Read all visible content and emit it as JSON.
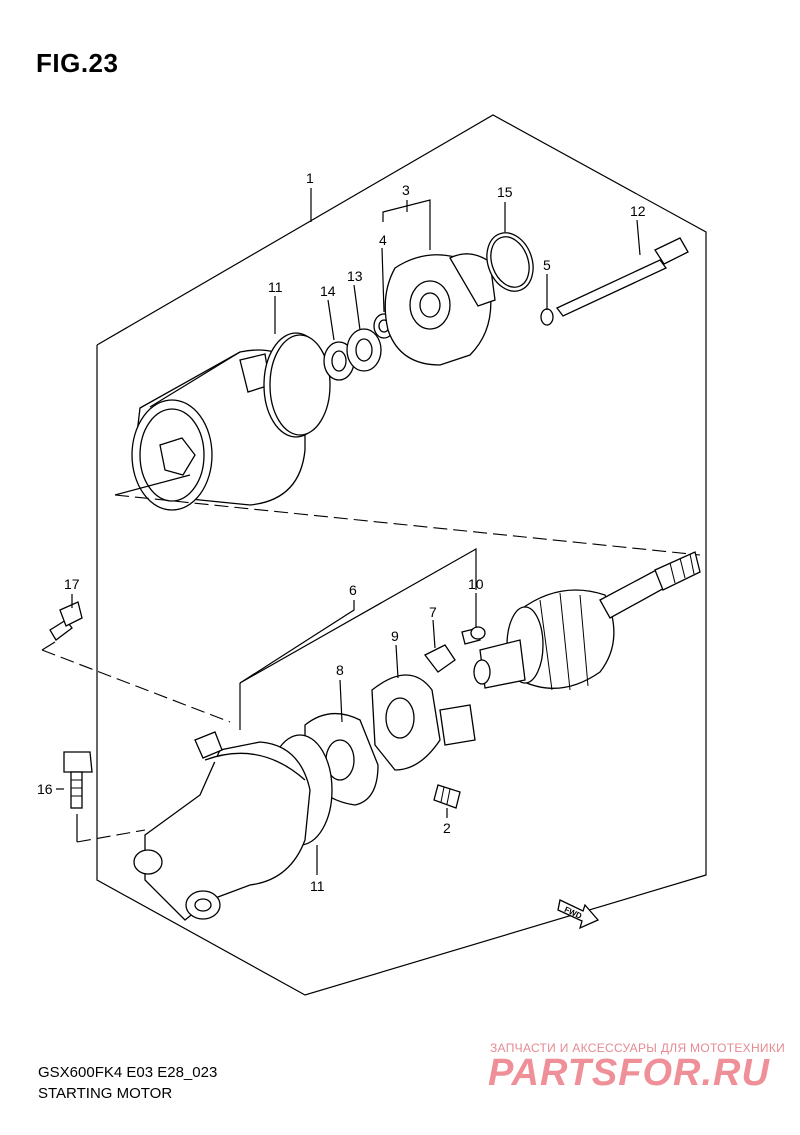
{
  "figure": {
    "label": "FIG.23",
    "model_code": "GSX600FK4 E03 E28_023",
    "section_name": "STARTING MOTOR"
  },
  "callouts": [
    "1",
    "3",
    "15",
    "12",
    "4",
    "5",
    "11",
    "14",
    "13",
    "6",
    "17",
    "10",
    "7",
    "9",
    "8",
    "16",
    "2",
    "11"
  ],
  "fwd_marker": "FWD",
  "watermark": {
    "tagline": "ЗАПЧАСТИ И АКСЕССУАРЫ ДЛЯ МОТОТЕХНИКИ",
    "logo": "PARTSFOR.RU",
    "color": "#ef8f98"
  }
}
